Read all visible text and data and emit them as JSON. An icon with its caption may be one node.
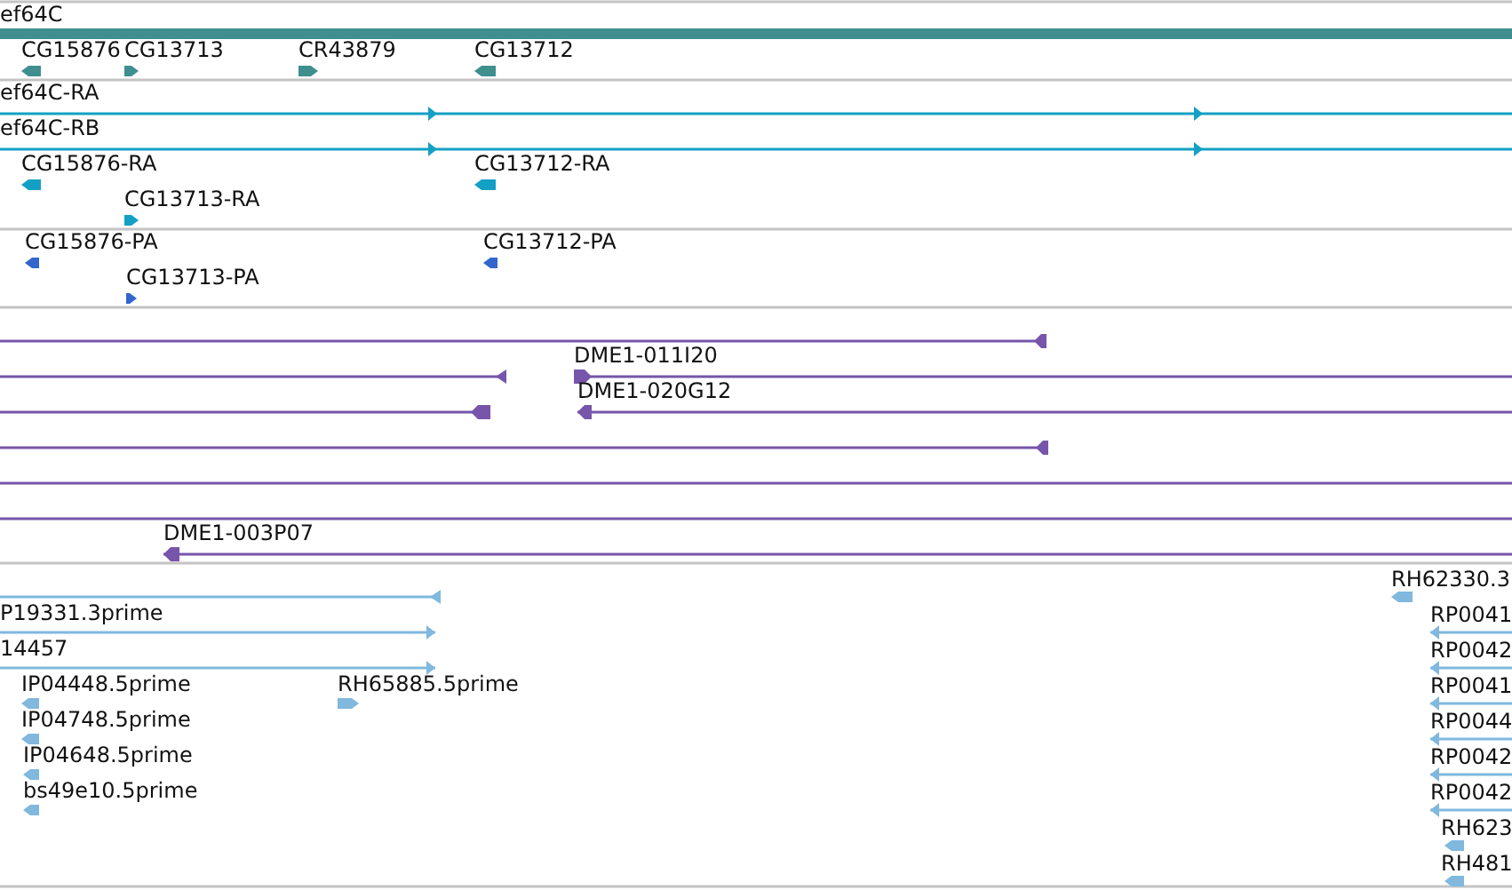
{
  "diagram": {
    "labels": [
      "ef64C",
      "CG15876",
      "CG13713",
      "CR43879",
      "CG13712",
      "ef64C-RA",
      "ef64C-RB",
      "CG15876-RA",
      "CG13712-RA",
      "CG13713-RA",
      "CG15876-PA",
      "CG13712-PA",
      "CG13713-PA",
      "DME1-011I20",
      "DME1-020G12",
      "DME1-003P07",
      "RH62330.3",
      "P19331.3prime",
      "RP0041",
      "14457",
      "RP0042",
      "IP04448.5prime",
      "RH65885.5prime",
      "RP0041",
      "IP04748.5prime",
      "RP0044",
      "IP04648.5prime",
      "RP0042",
      "bs49e10.5prime",
      "RP0042",
      "RH623",
      "RH481"
    ]
  }
}
